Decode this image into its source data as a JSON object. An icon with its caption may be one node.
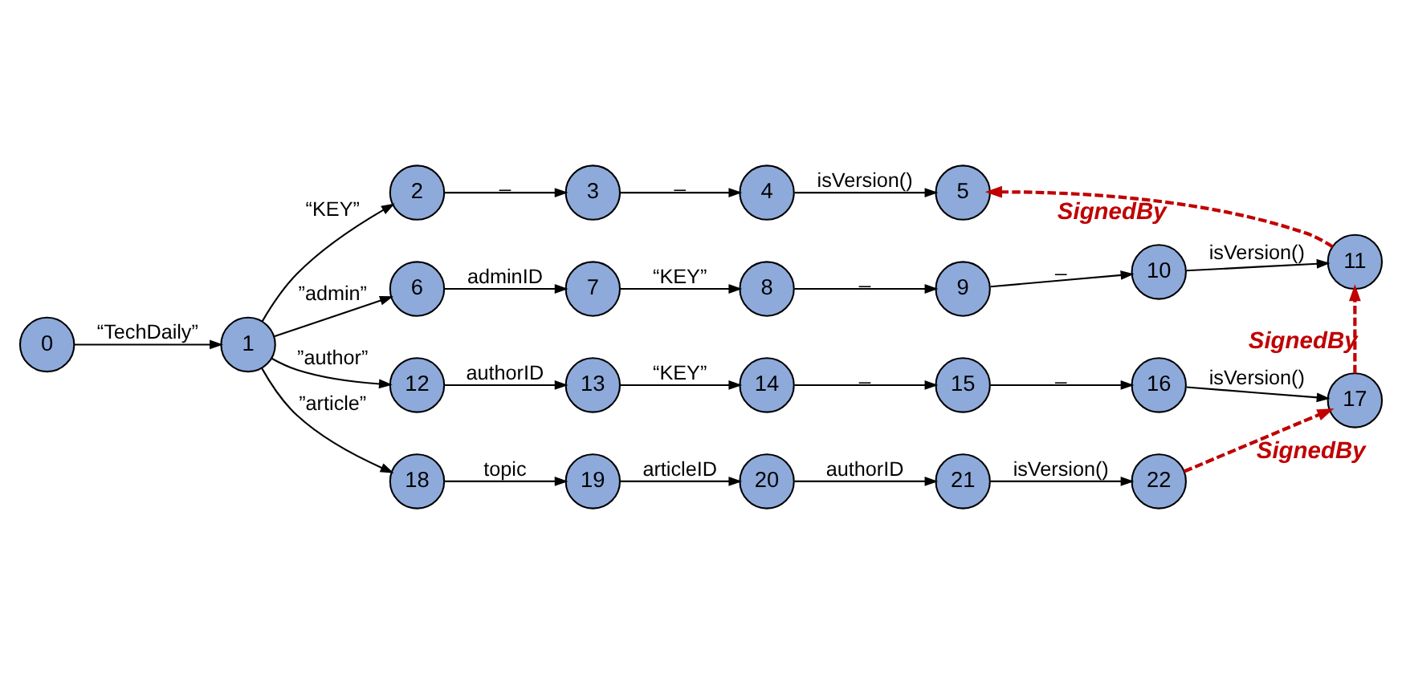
{
  "diagram": {
    "nodes": [
      {
        "text": [
          "0"
        ]
      },
      {
        "text": [
          "1"
        ]
      },
      {
        "text": [
          "2"
        ]
      },
      {
        "text": [
          "3"
        ]
      },
      {
        "text": [
          "4"
        ]
      },
      {
        "text": [
          "5"
        ]
      },
      {
        "text": [
          "6"
        ]
      },
      {
        "text": [
          "7"
        ]
      },
      {
        "text": [
          "8"
        ]
      },
      {
        "text": [
          "9"
        ]
      },
      {
        "text": [
          "10"
        ]
      },
      {
        "text": [
          "11"
        ]
      },
      {
        "text": [
          "12"
        ]
      },
      {
        "text": [
          "13"
        ]
      },
      {
        "text": [
          "14"
        ]
      },
      {
        "text": [
          "15"
        ]
      },
      {
        "text": [
          "16"
        ]
      },
      {
        "text": [
          "17"
        ]
      },
      {
        "text": [
          "18"
        ]
      },
      {
        "text": [
          "19"
        ]
      },
      {
        "text": [
          "20"
        ]
      },
      {
        "text": [
          "21"
        ]
      },
      {
        "text": [
          "22"
        ]
      }
    ],
    "edges": [
      {
        "from": 0,
        "to": 1,
        "arrow": "to",
        "label": "“TechDaily”"
      },
      {
        "from": 1,
        "to": 2,
        "arrow": "to",
        "label": "“KEY”"
      },
      {
        "from": 2,
        "to": 3,
        "arrow": "to",
        "label": "_"
      },
      {
        "from": 3,
        "to": 4,
        "arrow": "to",
        "label": "_"
      },
      {
        "from": 4,
        "to": 5,
        "arrow": "to",
        "label": "isVersion()"
      },
      {
        "from": 1,
        "to": 6,
        "arrow": "to",
        "label": "”admin”"
      },
      {
        "from": 6,
        "to": 7,
        "arrow": "to",
        "label": "adminID"
      },
      {
        "from": 7,
        "to": 8,
        "arrow": "to",
        "label": "“KEY”"
      },
      {
        "from": 8,
        "to": 9,
        "arrow": "to",
        "label": "_"
      },
      {
        "from": 9,
        "to": 10,
        "arrow": "to",
        "label": "_"
      },
      {
        "from": 10,
        "to": 11,
        "arrow": "to",
        "label": "isVersion()"
      },
      {
        "from": 1,
        "to": 12,
        "arrow": "to",
        "label": "”author”"
      },
      {
        "from": 12,
        "to": 13,
        "arrow": "to",
        "label": "authorID"
      },
      {
        "from": 13,
        "to": 14,
        "arrow": "to",
        "label": "“KEY”"
      },
      {
        "from": 14,
        "to": 15,
        "arrow": "to",
        "label": "_"
      },
      {
        "from": 15,
        "to": 16,
        "arrow": "to",
        "label": "_"
      },
      {
        "from": 16,
        "to": 17,
        "arrow": "to",
        "label": "isVersion()"
      },
      {
        "from": 1,
        "to": 18,
        "arrow": "to",
        "label": "”article”"
      },
      {
        "from": 18,
        "to": 19,
        "arrow": "to",
        "label": "topic"
      },
      {
        "from": 19,
        "to": 20,
        "arrow": "to",
        "label": "articleID"
      },
      {
        "from": 20,
        "to": 21,
        "arrow": "to",
        "label": "authorID"
      },
      {
        "from": 21,
        "to": 22,
        "arrow": "to",
        "label": "isVersion()"
      },
      {
        "from": 11,
        "to": 5,
        "arrow": "to",
        "label": "SignedBy",
        "style": "dashed",
        "color": "#c00000"
      },
      {
        "from": 17,
        "to": 11,
        "arrow": "to",
        "label": "SignedBy",
        "style": "dashed",
        "color": "#c00000"
      },
      {
        "from": 22,
        "to": 17,
        "arrow": "to",
        "label": "SignedBy",
        "style": "dashed",
        "color": "#c00000"
      }
    ]
  }
}
